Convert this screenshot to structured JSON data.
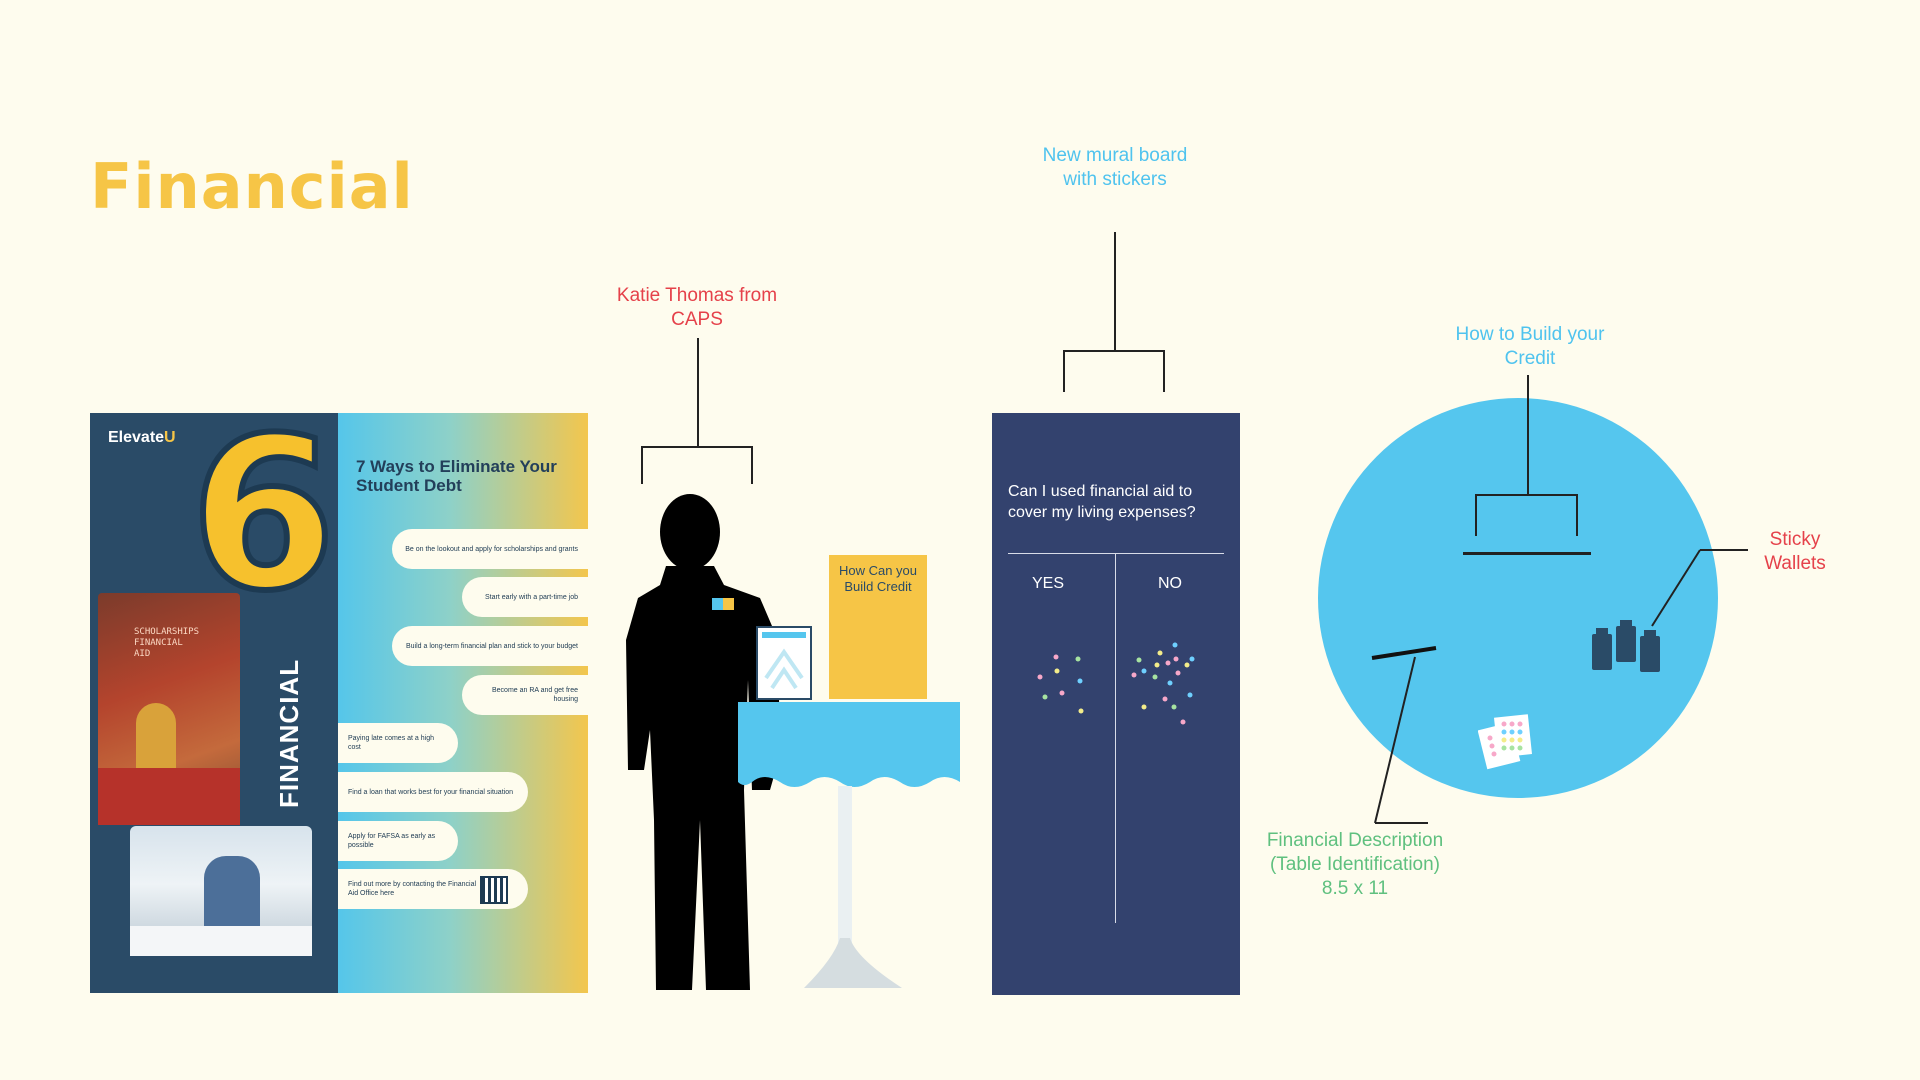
{
  "title": "Financial",
  "labels": {
    "katie": "Katie Thomas from CAPS",
    "mural_note": "New mural board with stickers",
    "credit_note": "How to Build your Credit",
    "sticky_wallets": "Sticky Wallets",
    "financial_description": "Financial Description (Table Identification) 8.5 x 11"
  },
  "poster": {
    "brand": "Elevate",
    "brand_mark": "U",
    "number": "6",
    "section": "FINANCIAL",
    "heading": "7 Ways to Eliminate Your Student Debt",
    "tips": [
      "Be on the lookout and apply for scholarships and grants",
      "Start early with a part-time job",
      "Build a long-term financial plan and stick to your budget",
      "Become an RA and get free housing",
      "Paying late comes at a high cost",
      "Find a loan that works best for your financial situation",
      "Apply for FAFSA as early as possible",
      "Find out more by contacting the Financial Aid Office here"
    ],
    "photo_sign": "SCHOLARSHIPS FINANCIAL AID"
  },
  "table_sign": "How Can you Build Credit",
  "mural": {
    "question": "Can I used financial aid to cover my living expenses?",
    "yes": "YES",
    "no": "NO"
  },
  "colors": {
    "background": "#FEFCEE",
    "title": "#F6C546",
    "navy": "#2A4B67",
    "mural": "#33426E",
    "blue": "#55C6EE",
    "red_label": "#E5414A",
    "blue_label": "#4FC3EE",
    "green_label": "#5FC07F"
  }
}
